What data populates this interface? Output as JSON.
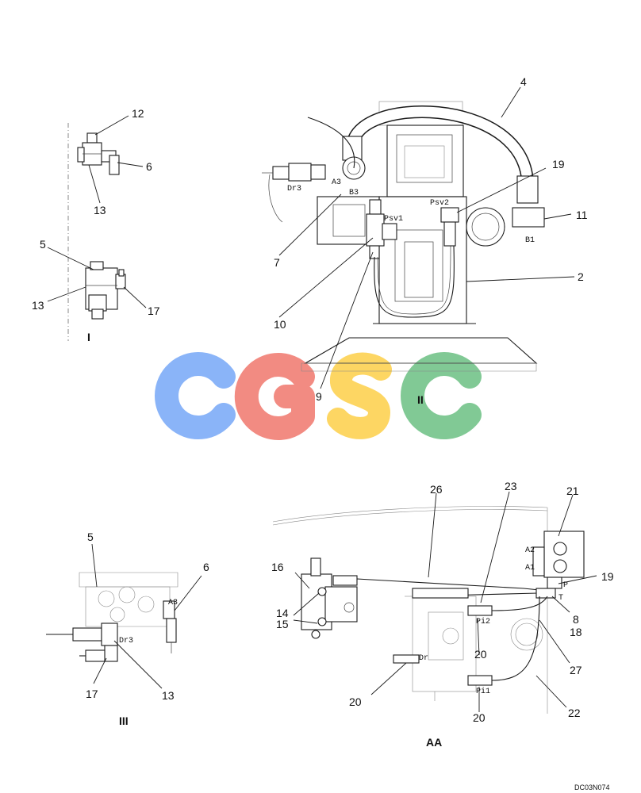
{
  "drawing_code": "DC03N074",
  "watermark": {
    "letters": [
      "C",
      "G",
      "S",
      "C"
    ],
    "colors": [
      "#8ab4f8",
      "#f28b82",
      "#fdd663",
      "#81c995"
    ]
  },
  "views": {
    "I": {
      "label": "I",
      "callouts": [
        "12",
        "6",
        "13",
        "5",
        "13",
        "17"
      ]
    },
    "II": {
      "label": "II",
      "callouts": [
        "4",
        "19",
        "11",
        "2",
        "7",
        "10",
        "9"
      ],
      "ports": [
        "Dr3",
        "A3",
        "B3",
        "Psv1",
        "Psv2",
        "B1"
      ]
    },
    "III": {
      "label": "III",
      "callouts": [
        "5",
        "6",
        "17",
        "13"
      ],
      "ports": [
        "A3",
        "Dr3"
      ]
    },
    "AA": {
      "label": "AA",
      "callouts": [
        "26",
        "23",
        "21",
        "16",
        "19",
        "14",
        "15",
        "8",
        "18",
        "20",
        "27",
        "20",
        "22",
        "20"
      ],
      "ports": [
        "A2",
        "A1",
        "P",
        "T",
        "Pi2",
        "Dr",
        "Pi1"
      ]
    }
  }
}
